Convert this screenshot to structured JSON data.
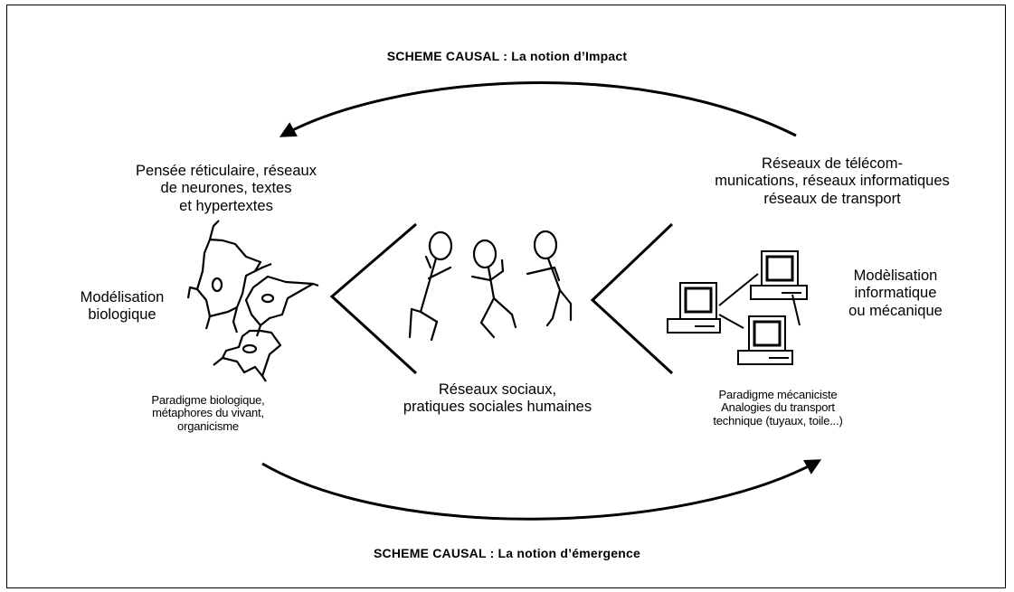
{
  "titles": {
    "top": "SCHEME CAUSAL : La notion d’Impact",
    "bottom": "SCHEME CAUSAL : La notion d’émergence"
  },
  "left": {
    "heading": [
      "Pensée réticulaire, réseaux",
      "de neurones, textes",
      "et hypertextes"
    ],
    "modelisation": [
      "Modélisation",
      "biologique"
    ],
    "paradigme": [
      "Paradigme biologique,",
      "métaphores du vivant,",
      "organicisme"
    ]
  },
  "center": {
    "caption": [
      "Réseaux sociaux,",
      "pratiques sociales humaines"
    ]
  },
  "right": {
    "heading": [
      "Réseaux de télécom-",
      "munications, réseaux informatiques",
      "réseaux de transport"
    ],
    "modelisation": [
      "Modèlisation",
      "informatique",
      "ou mécanique"
    ],
    "paradigme": [
      "Paradigme mécaniciste",
      "Analogies du transport",
      "technique (tuyaux, toile...)"
    ]
  },
  "icons": [
    "neuron-cells-illustration",
    "stick-figures-illustration",
    "networked-computers-illustration"
  ]
}
